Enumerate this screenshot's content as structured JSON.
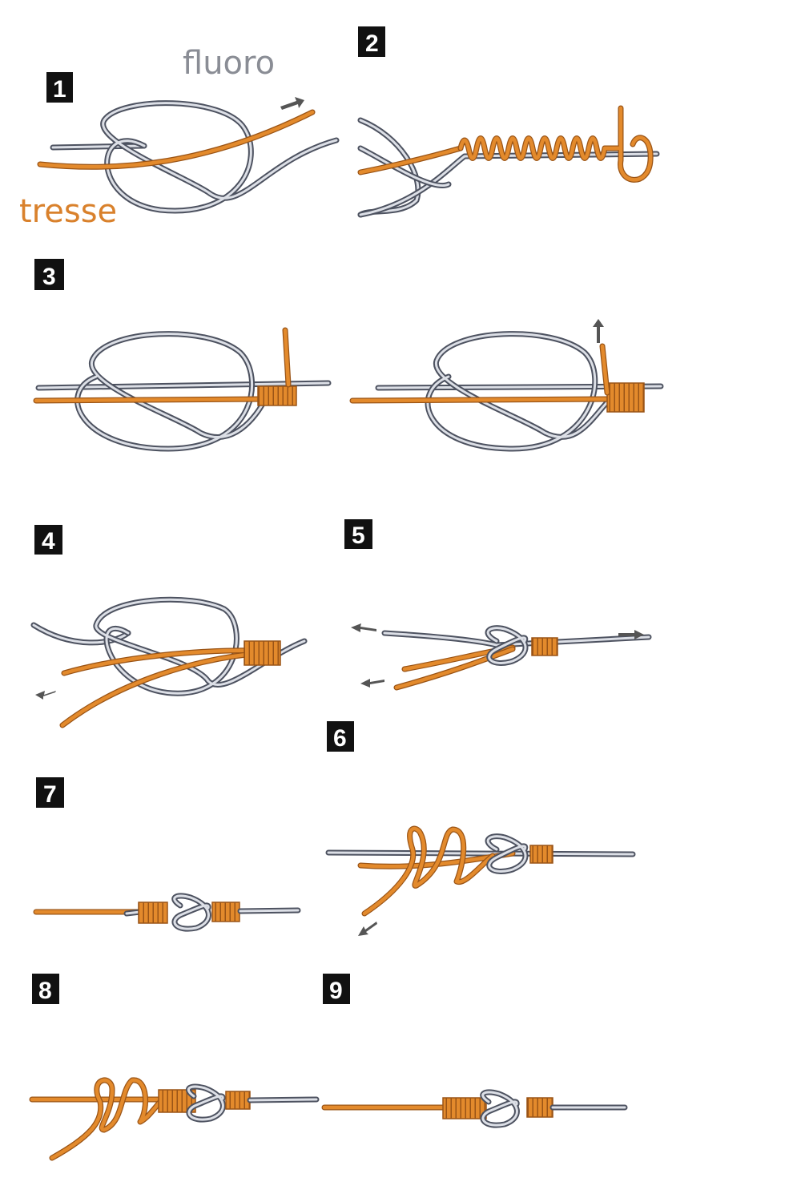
{
  "labels": {
    "fluoro": "fluoro",
    "tresse": "tresse"
  },
  "steps": [
    "1",
    "2",
    "3",
    "4",
    "5",
    "6",
    "7",
    "8",
    "9"
  ],
  "colors": {
    "fluoro": "#dcdfe6",
    "tresse": "#e38a2c",
    "badge": "#111111"
  }
}
